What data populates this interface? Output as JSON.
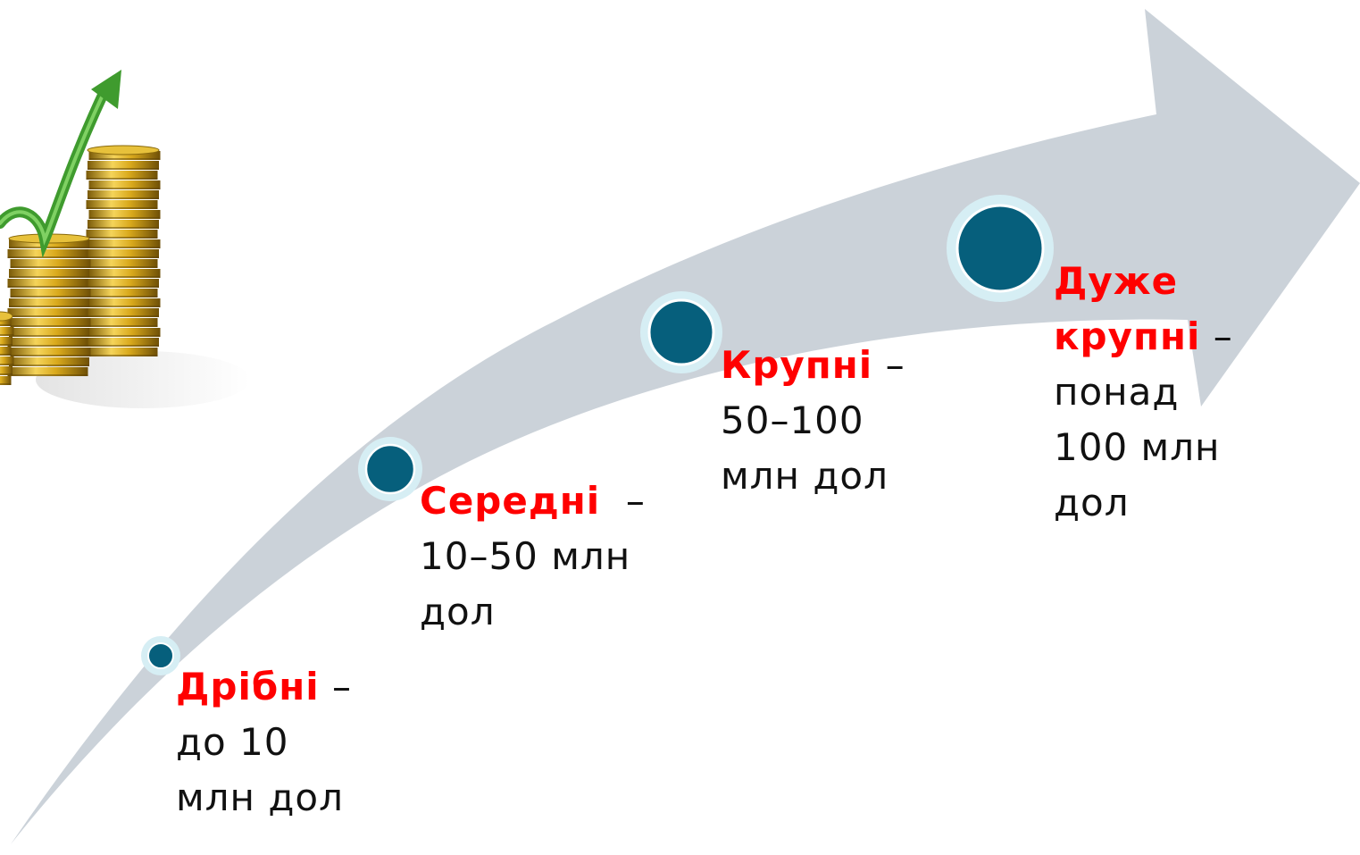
{
  "colors": {
    "arrow": "#cbd2d9",
    "highlight": "#ff0000",
    "text": "#111111",
    "circle_fill": "#065f7c",
    "circle_halo": "#d6eef4"
  },
  "illustration": {
    "icon": "coin-stacks-growth-arrow-icon"
  },
  "stages": [
    {
      "title": "Дрібні",
      "line1_rest": " –",
      "line2": "до 10",
      "line3": "млн дол"
    },
    {
      "title": "Середні",
      "line1_rest": "  –",
      "line2": "10–50 млн",
      "line3": "дол"
    },
    {
      "title": "Крупні",
      "line1_rest": " –",
      "line2": "50–100",
      "line3": "млн дол"
    },
    {
      "title_line1": "Дуже",
      "title_line2": "крупні",
      "line2_rest": " –",
      "line3": "понад",
      "line4": "100 млн",
      "line5": "дол"
    }
  ]
}
